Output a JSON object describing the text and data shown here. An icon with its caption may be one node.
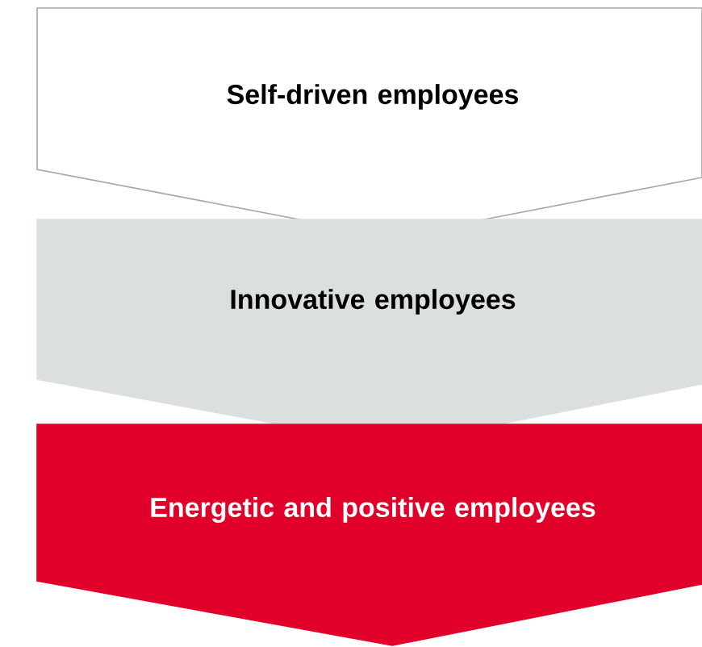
{
  "diagram": {
    "nodes": [
      {
        "text": [
          "Self-driven employees"
        ]
      },
      {
        "text": [
          "Innovative employees"
        ]
      },
      {
        "text": [
          "Energetic and positive employees"
        ]
      }
    ]
  }
}
